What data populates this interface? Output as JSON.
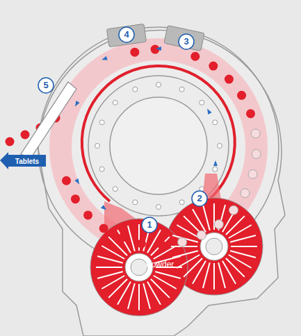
{
  "diagram": {
    "labels": [
      "4",
      "3",
      "5",
      "2",
      "1",
      "Powder",
      "Tablets"
    ]
  }
}
